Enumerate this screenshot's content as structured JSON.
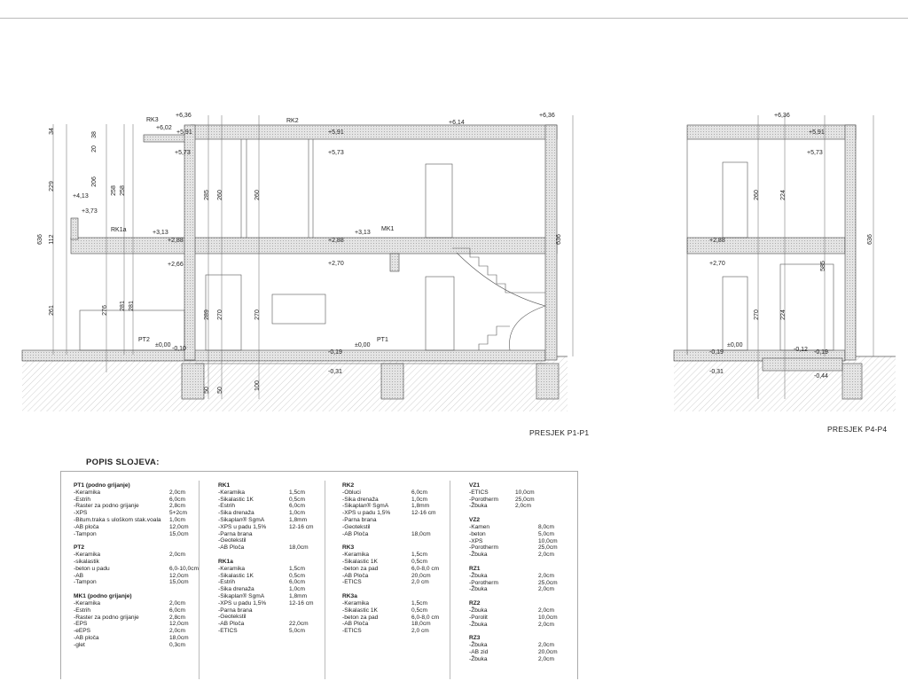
{
  "drawing": {
    "sections": [
      {
        "caption": "PRESJEK P1-P1"
      },
      {
        "caption": "PRESJEK P4-P4"
      }
    ],
    "levels": [
      "+6,36",
      "+6,02",
      "+5,91",
      "+5,73",
      "+6,14",
      "+6,36",
      "+5,91",
      "+5,73",
      "+4,13",
      "+3,73",
      "+3,13",
      "+2,88",
      "+2,66",
      "+3,13",
      "+2,88",
      "+2,70",
      "±0,00",
      "-0,10",
      "±0,00",
      "-0,19",
      "-0,31",
      "+6,36",
      "+5,91",
      "+5,73",
      "+2,88",
      "+2,70",
      "±0,00",
      "-0,19",
      "-0,31",
      "-0,12",
      "-0,19",
      "-0,44"
    ],
    "tags": [
      "RK3",
      "RK2",
      "RK1a",
      "MK1",
      "PT2",
      "PT1"
    ],
    "dimensions": [
      "636",
      "229",
      "112",
      "261",
      "34",
      "38",
      "20",
      "206",
      "258",
      "258",
      "276",
      "281",
      "281",
      "285",
      "260",
      "260",
      "289",
      "270",
      "270",
      "100",
      "50",
      "50",
      "636",
      "260",
      "224",
      "270",
      "224",
      "585",
      "636"
    ]
  },
  "legend": {
    "title": "POPIS SLOJEVA:",
    "columns": [
      [
        {
          "name": "PT1 (podno grijanje)",
          "items": [
            [
              "-Keramika",
              "2,0cm"
            ],
            [
              "-Estrih",
              "6,0cm"
            ],
            [
              "-Raster za podno grijanje",
              "2,8cm"
            ],
            [
              "-XPS",
              "5+2cm"
            ],
            [
              "-Bitum.traka s uloškom stak.voala",
              "1,0cm"
            ],
            [
              "-AB ploča",
              "12,0cm"
            ],
            [
              "-Tampon",
              "15,0cm"
            ]
          ]
        },
        {
          "name": "PT2",
          "items": [
            [
              "-Keramika",
              "2,0cm"
            ],
            [
              "-sikalastik",
              ""
            ],
            [
              "-beton u padu",
              "6,0-10,0cm"
            ],
            [
              "-AB",
              "12,0cm"
            ],
            [
              "-Tampon",
              "15,0cm"
            ]
          ]
        },
        {
          "name": "MK1 (podno grijanje)",
          "items": [
            [
              "-Keramika",
              "2,0cm"
            ],
            [
              "-Estrih",
              "6,0cm"
            ],
            [
              "-Raster za podno grijanje",
              "2,8cm"
            ],
            [
              "-EPS",
              "12,0cm"
            ],
            [
              "-eEPS",
              "2,0cm"
            ],
            [
              "-AB ploča",
              "18,0cm"
            ],
            [
              "-glet",
              "0,3cm"
            ]
          ]
        }
      ],
      [
        {
          "name": "RK1",
          "items": [
            [
              "-Keramika",
              "1,5cm"
            ],
            [
              "-Sikalastic 1K",
              "0,5cm"
            ],
            [
              "-Estrih",
              "6,0cm"
            ],
            [
              "-Sika drenaža",
              "1,0cm"
            ],
            [
              "-Sikaplan® SgmA",
              "1,8mm"
            ],
            [
              "-XPS u padu 1,5%",
              "12-16 cm"
            ],
            [
              "-Parna brana",
              ""
            ],
            [
              "-Geotekstil",
              ""
            ],
            [
              "-AB Ploča",
              "18,0cm"
            ]
          ]
        },
        {
          "name": "RK1a",
          "items": [
            [
              "-Keramika",
              "1,5cm"
            ],
            [
              "-Sikalastic 1K",
              "0,5cm"
            ],
            [
              "-Estrih",
              "6,0cm"
            ],
            [
              "-Sika drenaža",
              "1,0cm"
            ],
            [
              "-Sikaplan® SgmA",
              "1,8mm"
            ],
            [
              "-XPS u padu 1,5%",
              "12-16 cm"
            ],
            [
              "-Parna brana",
              ""
            ],
            [
              "-Geotekstil",
              ""
            ],
            [
              "-AB Ploča",
              "22,0cm"
            ],
            [
              "-ETICS",
              "5,0cm"
            ]
          ]
        }
      ],
      [
        {
          "name": "RK2",
          "items": [
            [
              "-Obluci",
              "6,0cm"
            ],
            [
              "-Sika drenaža",
              "1,0cm"
            ],
            [
              "-Sikaplan® SgmA",
              "1,8mm"
            ],
            [
              "-XPS u padu 1,5%",
              "12-16 cm"
            ],
            [
              "-Parna brana",
              ""
            ],
            [
              "-Geotekstil",
              ""
            ],
            [
              "-AB Ploča",
              "18,0cm"
            ]
          ]
        },
        {
          "name": "RK3",
          "items": [
            [
              "-Keramika",
              "1,5cm"
            ],
            [
              "-Sikalastic 1K",
              "0,5cm"
            ],
            [
              "-beton za pad",
              "6,0-8,0 cm"
            ],
            [
              "-AB Ploča",
              "20,0cm"
            ],
            [
              "-ETICS",
              "2,0 cm"
            ]
          ]
        },
        {
          "name": "RK3a",
          "items": [
            [
              "-Keramika",
              "1,5cm"
            ],
            [
              "-Sikalastic 1K",
              "0,5cm"
            ],
            [
              "-beton za pad",
              "6,0-8,0 cm"
            ],
            [
              "-AB Ploča",
              "18,0cm"
            ],
            [
              "-ETICS",
              "2,0 cm"
            ]
          ]
        }
      ],
      [
        {
          "name": "VZ1",
          "items": [
            [
              "-ETICS",
              "10,0cm"
            ],
            [
              "-Porotherm",
              "25,0cm"
            ],
            [
              "-Žbuka",
              "2,0cm"
            ]
          ]
        },
        {
          "name": "VZ2",
          "items": [
            [
              "-Kamen",
              "8,0cm"
            ],
            [
              "-beton",
              "5,0cm"
            ],
            [
              "-XPS",
              "10,0cm"
            ],
            [
              "-Porotherm",
              "25,0cm"
            ],
            [
              "-Žbuka",
              "2,0cm"
            ]
          ]
        },
        {
          "name": "RZ1",
          "items": [
            [
              "-Žbuka",
              "2,0cm"
            ],
            [
              "-Porotherm",
              "25,0cm"
            ],
            [
              "-Žbuka",
              "2,0cm"
            ]
          ]
        },
        {
          "name": "RZ2",
          "items": [
            [
              "-Žbuka",
              "2,0cm"
            ],
            [
              "-Porolit",
              "10,0cm"
            ],
            [
              "-Žbuka",
              "2,0cm"
            ]
          ]
        },
        {
          "name": "RZ3",
          "items": [
            [
              "-Žbuka",
              "2,0cm"
            ],
            [
              "-AB zid",
              "20,0cm"
            ],
            [
              "-Žbuka",
              "2,0cm"
            ]
          ]
        }
      ]
    ]
  }
}
